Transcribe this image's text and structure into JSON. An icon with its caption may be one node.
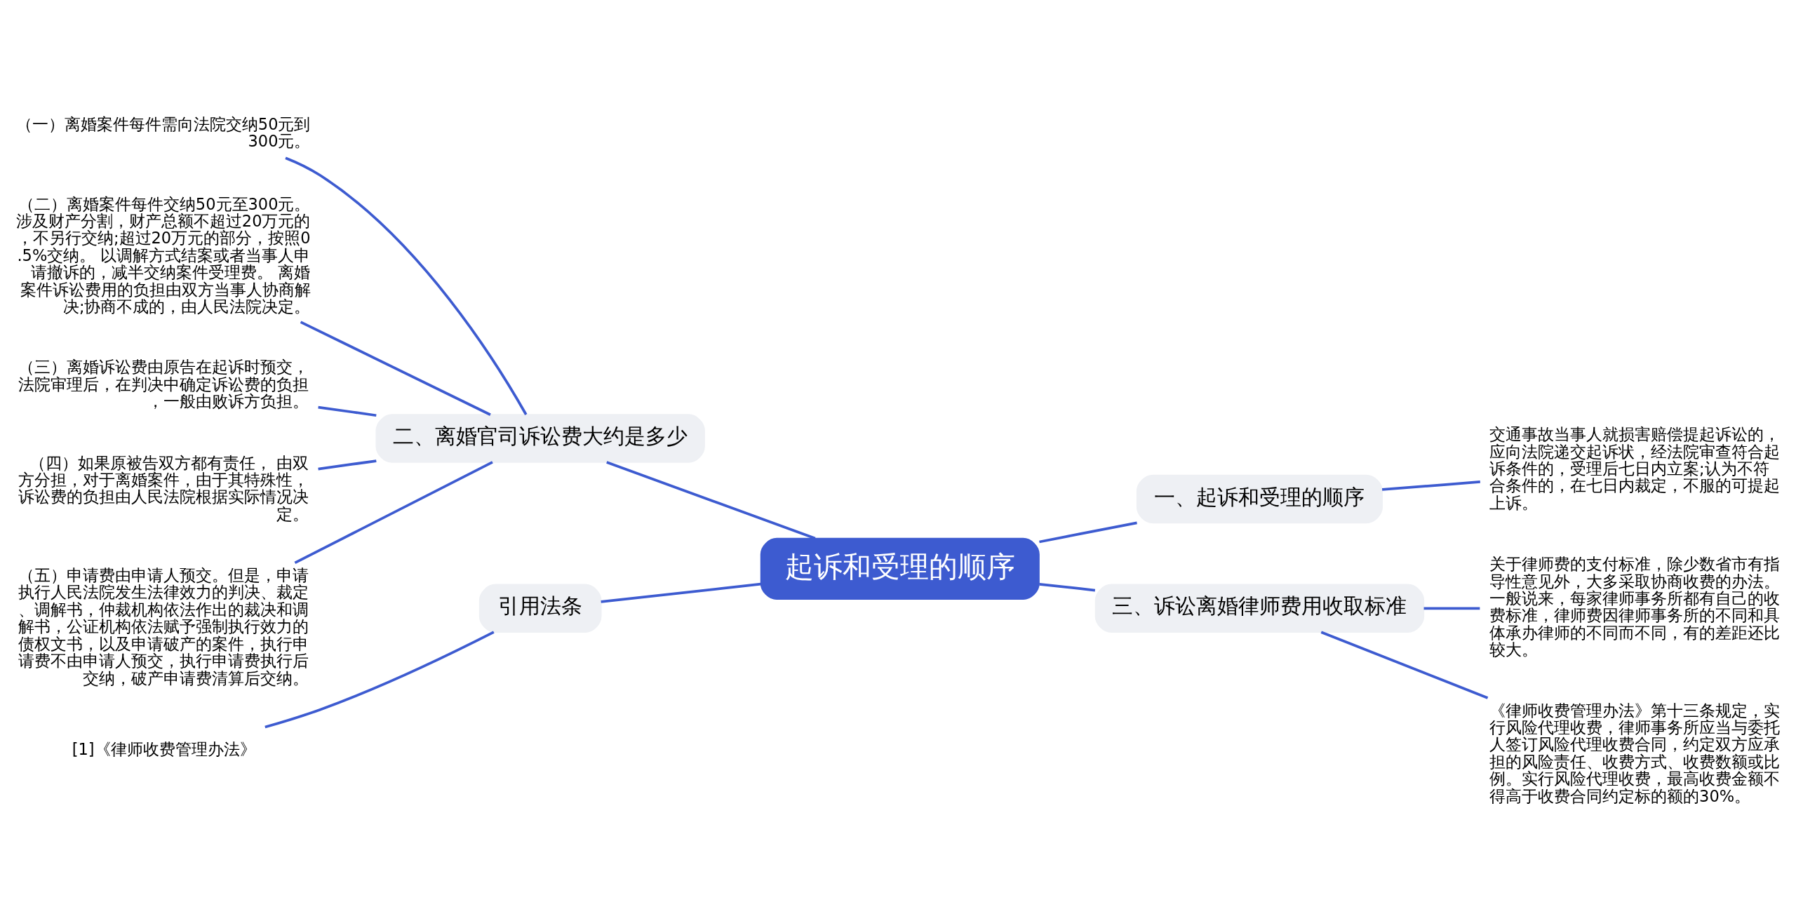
{
  "diagram": {
    "nodes": [
      {
        "text": [
          "起诉和受理的顺序"
        ]
      },
      {
        "text": [
          "一、起诉和受理的顺序"
        ]
      },
      {
        "text": [
          "交通事故当事人就损害赔偿提起诉讼的，应向法院递交起诉状，经法院审查符合起诉条件的，受理后七日内立案;认为不符合条件的，在七日内裁定，不服的可提起上诉。"
        ]
      },
      {
        "text": [
          "三、诉讼离婚律师费用收取标准"
        ]
      },
      {
        "text": [
          "关于律师费的支付标准，除少数省市有指导性意见外，大多采取协商收费的办法。一般说来，每家律师事务所都有自己的收费标准，律师费因律师事务所的不同和具体承办律师的不同而不同，有的差距还比较大。"
        ]
      },
      {
        "text": [
          "《律师收费管理办法》第十三条规定，实行风险代理收费，律师事务所应当与委托人签订风险代理收费合同，约定双方应承担的风险责任、收费方式、收费数额或比例。实行风险代理收费，最高收费金额不得高于收费合同约定标的额的30%。"
        ]
      },
      {
        "text": [
          "二、离婚官司诉讼费大约是多少"
        ]
      },
      {
        "text": [
          "（一）离婚案件每件需向法院交纳50元到300元。"
        ]
      },
      {
        "text": [
          "（二）离婚案件每件交纳50元至300元。涉及财产分割，财产总额不超过20万元的，不另行交纳;超过20万元的部分，按照0.5%交纳。 以调解方式结案或者当事人申请撤诉的，减半交纳案件受理费。 离婚案件诉讼费用的负担由双方当事人协商解决;协商不成的，由人民法院决定。"
        ]
      },
      {
        "text": [
          "（三）离婚诉讼费由原告在起诉时预交，法院审理后，在判决中确定诉讼费的负担，一般由败诉方负担。"
        ]
      },
      {
        "text": [
          "（四）如果原被告双方都有责任， 由双方分担，对于离婚案件，由于其特殊性，诉讼费的负担由人民法院根据实际情况决定。"
        ]
      },
      {
        "text": [
          "（五）申请费由申请人预交。但是，申请执行人民法院发生法律效力的判决、裁定、调解书，仲裁机构依法作出的裁决和调解书，公证机构依法赋予强制执行效力的债权文书，以及申请破产的案件，执行申请费不由申请人预交，执行申请费执行后交纳，破产申请费清算后交纳。"
        ]
      },
      {
        "text": [
          "引用法条"
        ]
      },
      {
        "text": [
          "[1]《律师收费管理办法》"
        ]
      }
    ],
    "edges": [
      {
        "from": 0,
        "to": 1,
        "arrow": "none"
      },
      {
        "from": 1,
        "to": 2,
        "arrow": "none"
      },
      {
        "from": 0,
        "to": 3,
        "arrow": "none"
      },
      {
        "from": 3,
        "to": 4,
        "arrow": "none"
      },
      {
        "from": 3,
        "to": 5,
        "arrow": "none"
      },
      {
        "from": 0,
        "to": 6,
        "arrow": "none"
      },
      {
        "from": 6,
        "to": 7,
        "arrow": "none"
      },
      {
        "from": 6,
        "to": 8,
        "arrow": "none"
      },
      {
        "from": 6,
        "to": 9,
        "arrow": "none"
      },
      {
        "from": 6,
        "to": 10,
        "arrow": "none"
      },
      {
        "from": 6,
        "to": 11,
        "arrow": "none"
      },
      {
        "from": 0,
        "to": 12,
        "arrow": "none"
      },
      {
        "from": 12,
        "to": 13,
        "arrow": "none"
      }
    ]
  }
}
